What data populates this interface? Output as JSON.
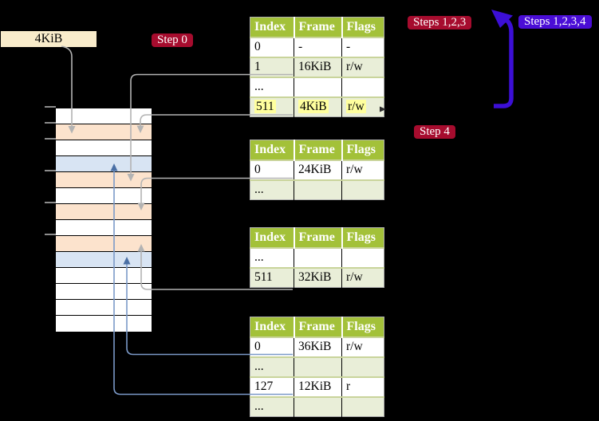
{
  "colors": {
    "background": "#000000",
    "badge_red": "#a60c2e",
    "badge_blue_violet": "#4a0dd6",
    "table_header_green": "#a3c139",
    "table_row_green": "#e9eed8",
    "highlight_yellow": "#ffff9e",
    "frame_label_beige": "#f9eccb",
    "memory_page_table_orange": "#fce3cd",
    "memory_mapped_page_blue": "#d8e4f3",
    "memory_free_white": "#ffffff",
    "arrow_gray": "#b3b3b3",
    "arrow_blue_line": "#7b99c8",
    "arrow_blue_head": "#4a6fa5",
    "big_arrow_violet": "#3c0fd6"
  },
  "frame_label": "4KiB",
  "badges": {
    "step0": "Step 0",
    "steps123": "Steps 1,2,3",
    "steps1234": "Steps 1,2,3,4",
    "step4": "Step 4"
  },
  "table_headers": [
    "Index",
    "Frame",
    "Flags"
  ],
  "tables": [
    {
      "id": "level-4",
      "rows": [
        [
          "0",
          "-",
          "-"
        ],
        [
          "1",
          "16KiB",
          "r/w"
        ],
        [
          "...",
          "",
          ""
        ],
        [
          "511",
          "4KiB",
          "r/w"
        ]
      ],
      "highlight_row": 3
    },
    {
      "id": "level-3",
      "rows": [
        [
          "0",
          "24KiB",
          "r/w"
        ],
        [
          "...",
          "",
          ""
        ]
      ]
    },
    {
      "id": "level-2",
      "rows": [
        [
          "...",
          "",
          ""
        ],
        [
          "511",
          "32KiB",
          "r/w"
        ]
      ]
    },
    {
      "id": "level-1",
      "rows": [
        [
          "0",
          "36KiB",
          "r/w"
        ],
        [
          "...",
          "",
          ""
        ],
        [
          "127",
          "12KiB",
          "r"
        ],
        [
          "...",
          "",
          ""
        ]
      ]
    }
  ],
  "memory": {
    "rows": [
      "free",
      "table",
      "free",
      "page",
      "table",
      "free",
      "table",
      "free",
      "table",
      "page",
      "free",
      "free",
      "free",
      "free"
    ]
  }
}
